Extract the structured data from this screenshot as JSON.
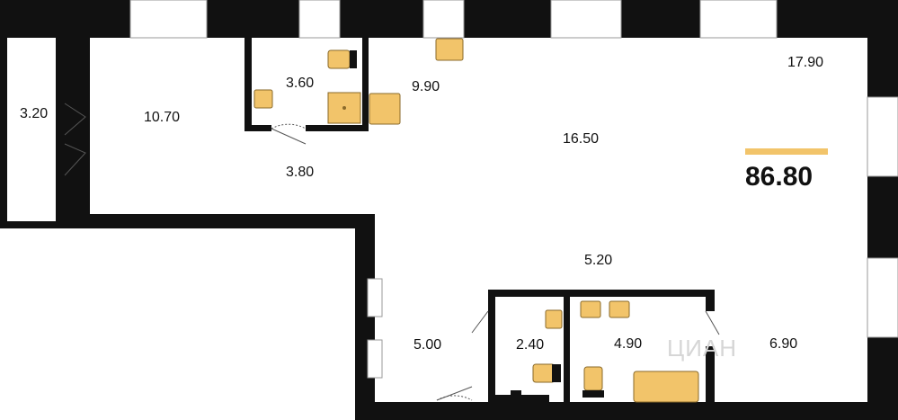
{
  "colors": {
    "wall": "#111111",
    "fixture": "#f2c46a",
    "fixture_stroke": "#8a6a2a",
    "accent": "#f2c46a",
    "window": "#ffffff"
  },
  "rooms": {
    "balcony": "3.20",
    "bedroom": "10.70",
    "bathroom_small": "3.60",
    "hall_upper": "3.80",
    "kitchen": "9.90",
    "living": "16.50",
    "room_right": "17.90",
    "corridor": "5.20",
    "hall_lower": "5.00",
    "toilet": "2.40",
    "bathroom": "4.90",
    "room_lower_right": "6.90"
  },
  "total_area": "86.80",
  "watermark": "ЦИАН",
  "fixtures": [
    "toilet-icon",
    "sink-icon",
    "shower-icon",
    "stove-icon",
    "bathtub-icon"
  ]
}
